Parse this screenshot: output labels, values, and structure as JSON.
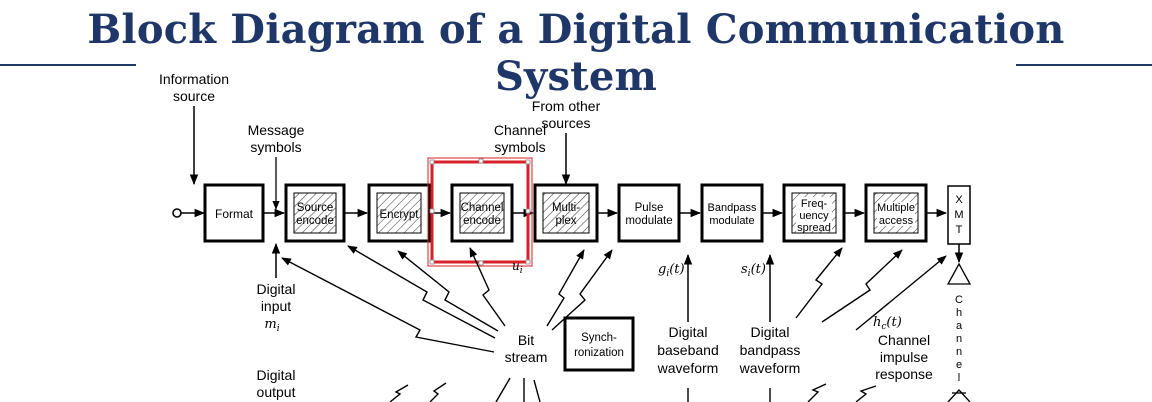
{
  "title": "Block Diagram of a Digital Communication System",
  "blocks": {
    "format": "Format",
    "source_encode": [
      "Source",
      "encode"
    ],
    "encrypt": "Encrypt",
    "channel_encode": [
      "Channel",
      "encode"
    ],
    "multiplex": [
      "Multi-",
      "plex"
    ],
    "pulse_modulate": [
      "Pulse",
      "modulate"
    ],
    "bandpass_modulate": [
      "Bandpass",
      "modulate"
    ],
    "frequency_spread": [
      "Freq-",
      "uency",
      "spread"
    ],
    "multiple_access": [
      "Multiple",
      "access"
    ],
    "xmt": [
      "X",
      "M",
      "T"
    ],
    "synchronization": [
      "Synch-",
      "ronization"
    ]
  },
  "labels": {
    "information_source": [
      "Information",
      "source"
    ],
    "from_other_sources": [
      "From other",
      "sources"
    ],
    "message_symbols": [
      "Message",
      "symbols"
    ],
    "channel_symbols": [
      "Channel",
      "symbols"
    ],
    "digital_input": [
      "Digital",
      "input"
    ],
    "digital_input_symbol": "m",
    "digital_input_subscript": "i",
    "channel_symbol_marker": "u",
    "channel_symbol_subscript": "i",
    "bit_stream": [
      "Bit",
      "stream"
    ],
    "digital_baseband_waveform": [
      "Digital",
      "baseband",
      "waveform"
    ],
    "digital_bandpass_waveform": [
      "Digital",
      "bandpass",
      "waveform"
    ],
    "gi_t": "g",
    "gi_t_sub": "i",
    "gi_t_arg": "(t)",
    "si_t": "s",
    "si_t_sub": "i",
    "si_t_arg": "(t)",
    "hc_t": "h",
    "hc_t_sub": "c",
    "hc_t_arg": "(t)",
    "channel_impulse_response": [
      "Channel",
      "impulse",
      "response"
    ],
    "channel_vertical": [
      "C",
      "h",
      "a",
      "n",
      "n",
      "e",
      "l"
    ],
    "digital_output": [
      "Digital",
      "output"
    ]
  },
  "colors": {
    "title": "#1f3768",
    "highlight": "#d8202a",
    "hatch": "#444444"
  },
  "icons": {
    "input_terminal": "open-circle-terminal",
    "antenna": "triangle-antenna"
  }
}
